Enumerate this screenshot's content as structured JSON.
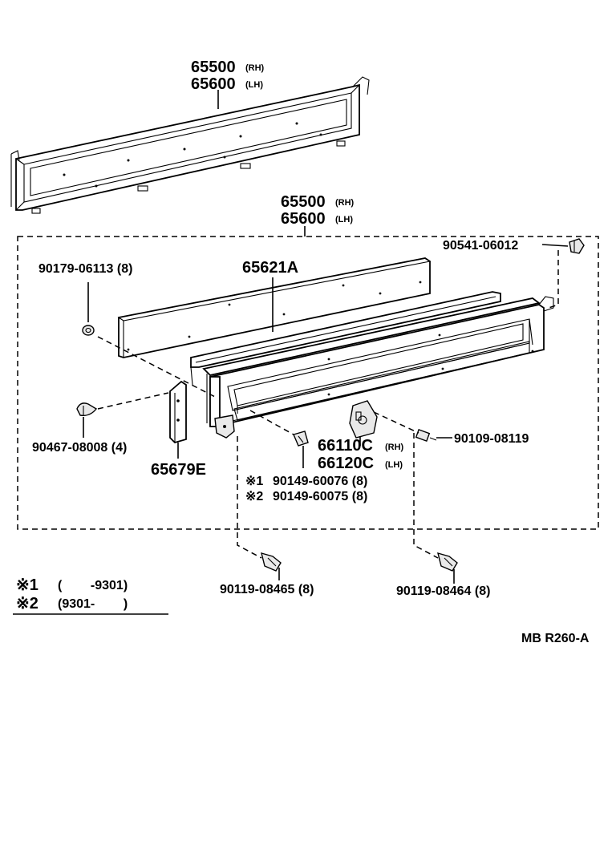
{
  "labels": {
    "top_part_a": "65500",
    "top_part_a_suffix": "(RH)",
    "top_part_b": "65600",
    "top_part_b_suffix": "(LH)",
    "assy_part_a": "65500",
    "assy_part_a_suffix": "(RH)",
    "assy_part_b": "65600",
    "assy_part_b_suffix": "(LH)",
    "p_90541": "90541-06012",
    "p_90179": "90179-06113 (8)",
    "p_65621A": "65621A",
    "p_90467": "90467-08008 (4)",
    "p_65679E": "65679E",
    "p_66110C": "66110C",
    "p_66110C_suffix": "(RH)",
    "p_66120C": "66120C",
    "p_66120C_suffix": "(LH)",
    "p_90109": "90109-08119",
    "note1_mark": "※1",
    "note1_part": "90149-60076 (8)",
    "note2_mark": "※2",
    "note2_part": "90149-60075 (8)",
    "p_90119_a": "90119-08465 (8)",
    "p_90119_b": "90119-08464 (8)"
  },
  "legend": {
    "row1_mark": "※1",
    "row1_text": "(        -9301)",
    "row2_mark": "※2",
    "row2_text": "(9301-        )"
  },
  "reference_code": "MB R260-A"
}
